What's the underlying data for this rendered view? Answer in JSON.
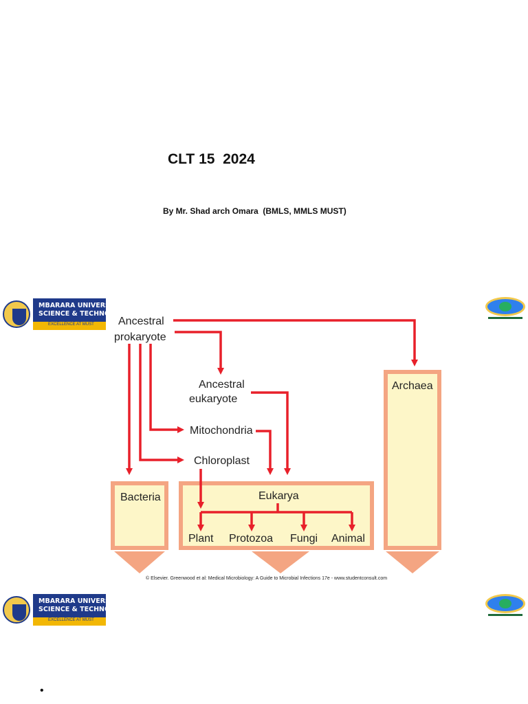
{
  "title": "CLT 15  2024",
  "author": "By Mr. Shad arch Omara  (BMLS, MMLS MUST)",
  "logo": {
    "university_name": "MBARARA UNIVERSITY OF\nSCIENCE & TECHNOLOGY",
    "motto": "EXCELLENCE AT MUST"
  },
  "diagram": {
    "nodes": {
      "ancestral_prokaryote": [
        "Ancestral",
        "prokaryote"
      ],
      "ancestral_eukaryote": [
        "Ancestral",
        "eukaryote"
      ],
      "mitochondria": "Mitochondria",
      "chloroplast": "Chloroplast",
      "bacteria": "Bacteria",
      "eukarya": "Eukarya",
      "archaea": "Archaea",
      "plant": "Plant",
      "protozoa": "Protozoa",
      "fungi": "Fungi",
      "animal": "Animal"
    },
    "caption": "© Elsevier. Greenwood et al: Medical Microbiology: A Guide to Microbial Infections 17e - www.studentconsult.com",
    "colors": {
      "arrow": "#e8202a",
      "box_fill": "#fdf6c8",
      "box_border": "#f4a582",
      "down_arrow": "#f4a582"
    }
  },
  "bullet": "•"
}
